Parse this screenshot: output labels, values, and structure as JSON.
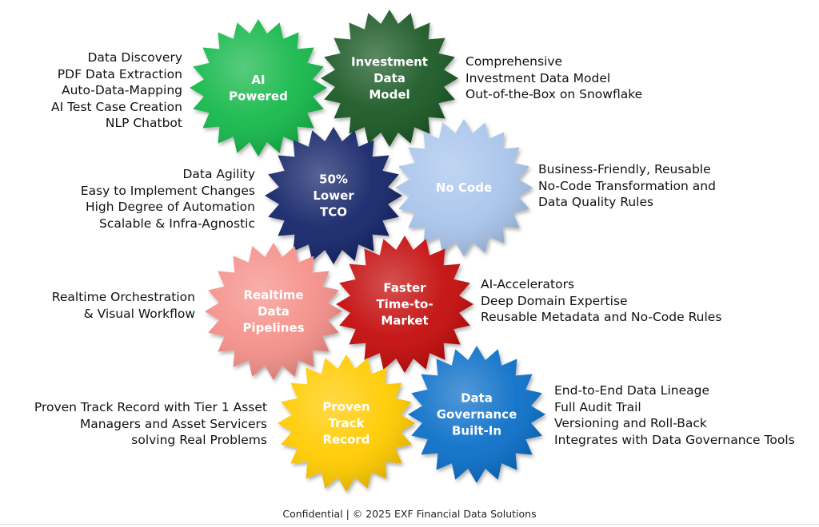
{
  "gears": [
    {
      "id": "ai-powered",
      "lines": [
        "AI",
        "Powered"
      ],
      "color": "#18b84c"
    },
    {
      "id": "investment-data-model",
      "lines": [
        "Investment",
        "Data",
        "Model"
      ],
      "color": "#1d5a26"
    },
    {
      "id": "lower-tco",
      "lines": [
        "50%",
        "Lower",
        "TCO"
      ],
      "color": "#13276b"
    },
    {
      "id": "no-code",
      "lines": [
        "No Code"
      ],
      "color": "#a9c5ec"
    },
    {
      "id": "realtime-data-pipelines",
      "lines": [
        "Realtime",
        "Data",
        "Pipelines"
      ],
      "color": "#f5908a"
    },
    {
      "id": "faster-time-to-market",
      "lines": [
        "Faster",
        "Time-to-",
        "Market"
      ],
      "color": "#c40c0c"
    },
    {
      "id": "proven-track-record",
      "lines": [
        "Proven",
        "Track",
        "Record"
      ],
      "color": "#ffcb05"
    },
    {
      "id": "data-governance",
      "lines": [
        "Data",
        "Governance",
        "Built-In"
      ],
      "color": "#0a6fc8"
    }
  ],
  "descriptions": {
    "ai_powered": [
      "Data Discovery",
      "PDF Data Extraction",
      "Auto-Data-Mapping",
      "AI Test Case Creation",
      "NLP Chatbot"
    ],
    "investment_data_model": [
      "Comprehensive",
      "Investment Data Model",
      "Out-of-the-Box on Snowflake"
    ],
    "lower_tco": [
      "Data Agility",
      "Easy to Implement Changes",
      "High Degree of Automation",
      "Scalable & Infra-Agnostic"
    ],
    "no_code": [
      "Business-Friendly, Reusable",
      "No-Code Transformation and",
      "Data Quality Rules"
    ],
    "realtime": [
      "Realtime Orchestration",
      "& Visual Workflow"
    ],
    "faster": [
      "AI-Accelerators",
      "Deep Domain Expertise",
      "Reusable Metadata and No-Code Rules"
    ],
    "proven": [
      "Proven Track Record with Tier 1 Asset",
      "Managers and Asset Servicers",
      "solving Real Problems"
    ],
    "governance": [
      "End-to-End Data Lineage",
      "Full Audit Trail",
      "Versioning and Roll-Back",
      "Integrates with Data Governance Tools"
    ]
  },
  "footer": "Confidential | © 2025 EXF Financial Data Solutions"
}
